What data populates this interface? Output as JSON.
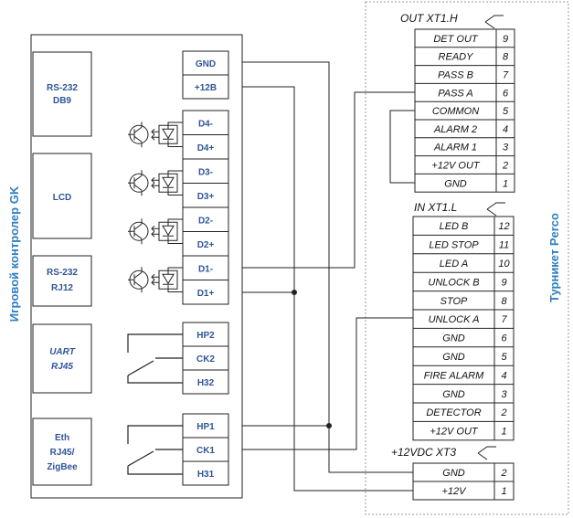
{
  "controller": {
    "side_label": "Игровой контролер GK",
    "modules": [
      {
        "line1": "RS-232",
        "line2": "DB9",
        "italic": false
      },
      {
        "line1": "LCD",
        "line2": "",
        "italic": false
      },
      {
        "line1": "RS-232",
        "line2": "RJ12",
        "italic": false
      },
      {
        "line1": "UART",
        "line2": "RJ45",
        "italic": true
      },
      {
        "line1": "Eth",
        "line2": "RJ45/",
        "line3": "ZigBee",
        "italic": false
      }
    ],
    "power_terminals": [
      "GND",
      "+12B"
    ],
    "digital_terminals": [
      "D4-",
      "D4+",
      "D3-",
      "D3+",
      "D2-",
      "D2+",
      "D1-",
      "D1+"
    ],
    "relay1_terminals": [
      "HP2",
      "CK2",
      "H32"
    ],
    "relay2_terminals": [
      "HP1",
      "CK1",
      "H31"
    ]
  },
  "turnstile": {
    "side_label": "Турникет Perco",
    "out_header": "OUT  XT1.H",
    "out_rows": [
      {
        "label": "DET OUT",
        "num": "9"
      },
      {
        "label": "READY",
        "num": "8"
      },
      {
        "label": "PASS B",
        "num": "7"
      },
      {
        "label": "PASS A",
        "num": "6"
      },
      {
        "label": "COMMON",
        "num": "5"
      },
      {
        "label": "ALARM 2",
        "num": "4"
      },
      {
        "label": "ALARM 1",
        "num": "3"
      },
      {
        "label": "+12V OUT",
        "num": "2"
      },
      {
        "label": "GND",
        "num": "1"
      }
    ],
    "in_header": "IN  XT1.L",
    "in_rows": [
      {
        "label": "LED B",
        "num": "12"
      },
      {
        "label": "LED STOP",
        "num": "11"
      },
      {
        "label": "LED A",
        "num": "10"
      },
      {
        "label": "UNLOCK B",
        "num": "9"
      },
      {
        "label": "STOP",
        "num": "8"
      },
      {
        "label": "UNLOCK A",
        "num": "7"
      },
      {
        "label": "GND",
        "num": "6"
      },
      {
        "label": "GND",
        "num": "5"
      },
      {
        "label": "FIRE ALARM",
        "num": "4"
      },
      {
        "label": "GND",
        "num": "3"
      },
      {
        "label": "DETECTOR",
        "num": "2"
      },
      {
        "label": "+12V OUT",
        "num": "1"
      }
    ],
    "pwr_header": "+12VDC  XT3",
    "pwr_rows": [
      {
        "label": "GND",
        "num": "2"
      },
      {
        "label": "+12V",
        "num": "1"
      }
    ]
  }
}
